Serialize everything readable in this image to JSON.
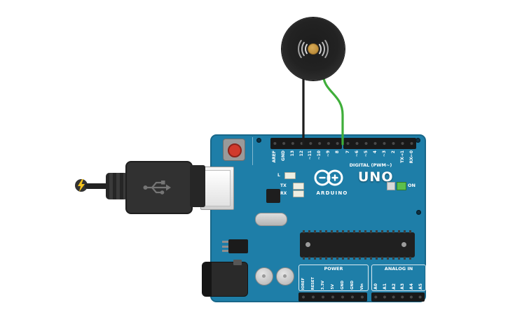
{
  "board": {
    "brand": "ARDUINO",
    "model": "UNO",
    "digital_section_label": "DIGITAL (PWM~)",
    "power_section_label": "POWER",
    "analog_section_label": "ANALOG IN",
    "led_l": "L",
    "led_tx": "TX",
    "led_rx": "RX",
    "led_on": "ON",
    "digital_pins_left": [
      "AREF",
      "GND",
      "13",
      "12",
      "~11",
      "~10",
      "~9",
      "8"
    ],
    "digital_pins_right": [
      "7",
      "~6",
      "~5",
      "4",
      "~3",
      "2",
      "TX→1",
      "RX←0"
    ],
    "power_pins": [
      "IOREF",
      "RESET",
      "3.3V",
      "5V",
      "GND",
      "GND",
      "Vin"
    ],
    "analog_pins": [
      "A0",
      "A1",
      "A2",
      "A3",
      "A4",
      "A5"
    ]
  },
  "colors": {
    "board_teal": "#1e7ea8",
    "wire_green": "#3fae3a",
    "wire_black": "#1c1c1c",
    "buzzer_pad_gold": "#c79a45",
    "led_on_green": "#5cbf4c",
    "reset_button_red": "#d03a2c",
    "usb_bolt_yellow": "#f2c11d"
  }
}
